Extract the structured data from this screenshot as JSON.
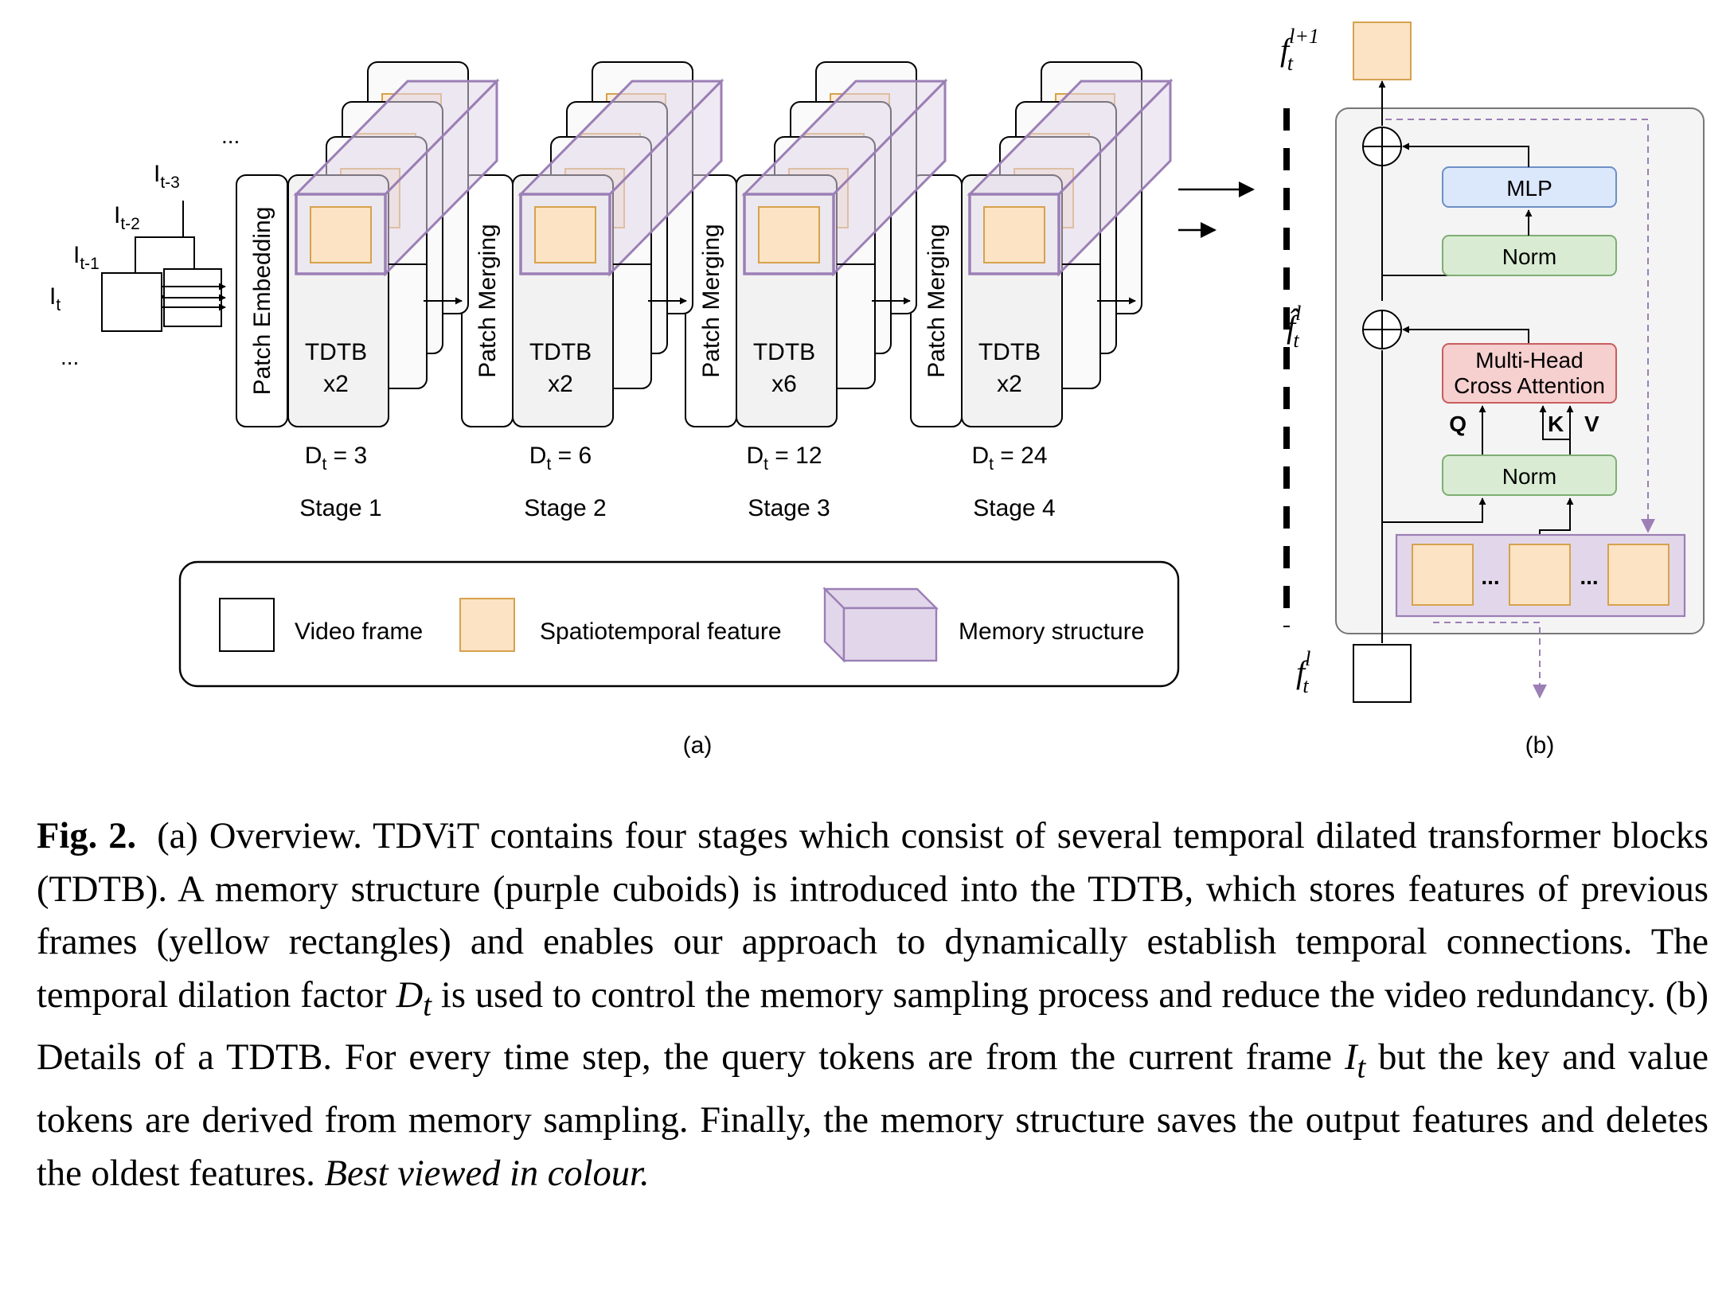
{
  "frames": {
    "labels": [
      "I",
      "I",
      "I",
      "I"
    ],
    "subscripts": [
      "t",
      "t-1",
      "t-2",
      "t-3"
    ],
    "ellipsis_top": "...",
    "ellipsis_bottom": "..."
  },
  "blocks": {
    "patch_embedding": "Patch Embedding",
    "patch_merging": "Patch Merging"
  },
  "stages": [
    {
      "block": "TDTB",
      "mult": "x2",
      "dt_main": "D",
      "dt_sub": "t",
      "dt_value": " = 3",
      "name": "Stage 1"
    },
    {
      "block": "TDTB",
      "mult": "x2",
      "dt_main": "D",
      "dt_sub": "t",
      "dt_value": " = 6",
      "name": "Stage 2"
    },
    {
      "block": "TDTB",
      "mult": "x6",
      "dt_main": "D",
      "dt_sub": "t",
      "dt_value": " = 12",
      "name": "Stage 3"
    },
    {
      "block": "TDTB",
      "mult": "x2",
      "dt_main": "D",
      "dt_sub": "t",
      "dt_value": " = 24",
      "name": "Stage 4"
    }
  ],
  "legend": {
    "video_frame": "Video frame",
    "spatiotemporal_feature": "Spatiotemporal feature",
    "memory_structure": "Memory structure"
  },
  "tdtb_detail": {
    "mlp": "MLP",
    "norm_top": "Norm",
    "attention_line1": "Multi-Head",
    "attention_line2": "Cross Attention",
    "norm_bottom": "Norm",
    "q": "Q",
    "k": "K",
    "v": "V",
    "mem_ellipsis": "...",
    "f_main": "f",
    "f_sub": "t",
    "f_sup_out": "l+1",
    "f_sup_mid": "l",
    "f_sup_in": "l"
  },
  "panel_labels": {
    "a": "(a)",
    "b": "(b)"
  },
  "caption": {
    "label": "Fig. 2.",
    "part1": "(a) Overview. TDViT contains four stages which consist of several temporal dilated transformer blocks (TDTB). A memory structure (purple cuboids) is introduced into the TDTB, which stores features of previous frames (yellow rectangles) and enables our approach to dynamically establish temporal connections. The temporal dilation factor ",
    "dt_main": "D",
    "dt_sub": "t",
    "part2": " is used to control the memory sampling process and reduce the video redundancy. (b) Details of a TDTB. For every time step, the query tokens are from the current frame ",
    "it_main": "I",
    "it_sub": "t",
    "part3": " but the key and value tokens are derived from memory sampling. Finally, the memory structure saves the output features and deletes the oldest features. ",
    "part4": "Best viewed in colour."
  },
  "colors": {
    "feature_fill": "#fbe3c4",
    "feature_stroke": "#d6a24e",
    "memory_fill": "#e2d7ea",
    "memory_stroke": "#9b7fb5",
    "mlp_fill": "#dbe7fb",
    "mlp_stroke": "#6d8fc7",
    "norm_fill": "#d9ecd3",
    "norm_stroke": "#7fae74",
    "attention_fill": "#f6cfcf",
    "attention_stroke": "#c95d5d",
    "panel_fill": "#f4f4f4"
  }
}
